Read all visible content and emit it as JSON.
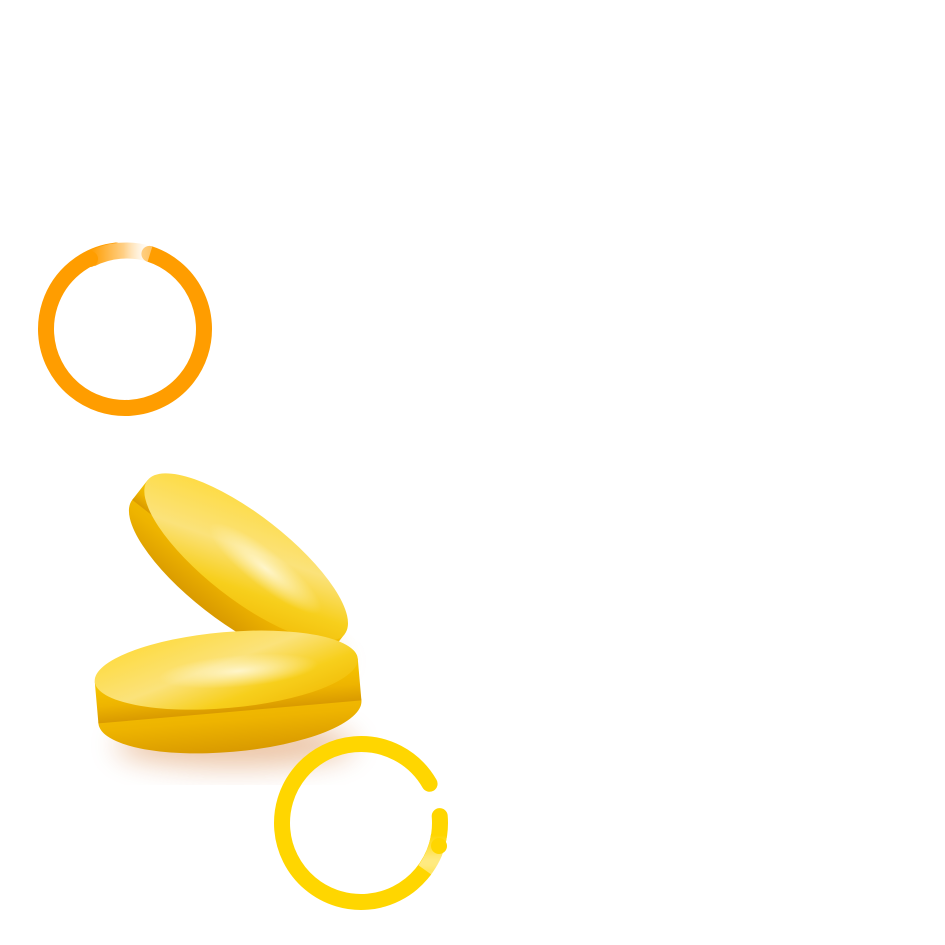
{
  "scene": {
    "background": "#ffffff",
    "elements": [
      {
        "name": "orange-ring-icon",
        "kind": "progress-ring",
        "color": "#ff9d00",
        "fill_fraction": 0.93
      },
      {
        "name": "tablet-upper-icon",
        "kind": "tablet",
        "color": "#f7c600"
      },
      {
        "name": "tablet-lower-icon",
        "kind": "tablet",
        "color": "#f7c600"
      },
      {
        "name": "yellow-ring-icon",
        "kind": "progress-ring",
        "color": "#ffd600",
        "fill_fraction": 0.93
      }
    ]
  }
}
